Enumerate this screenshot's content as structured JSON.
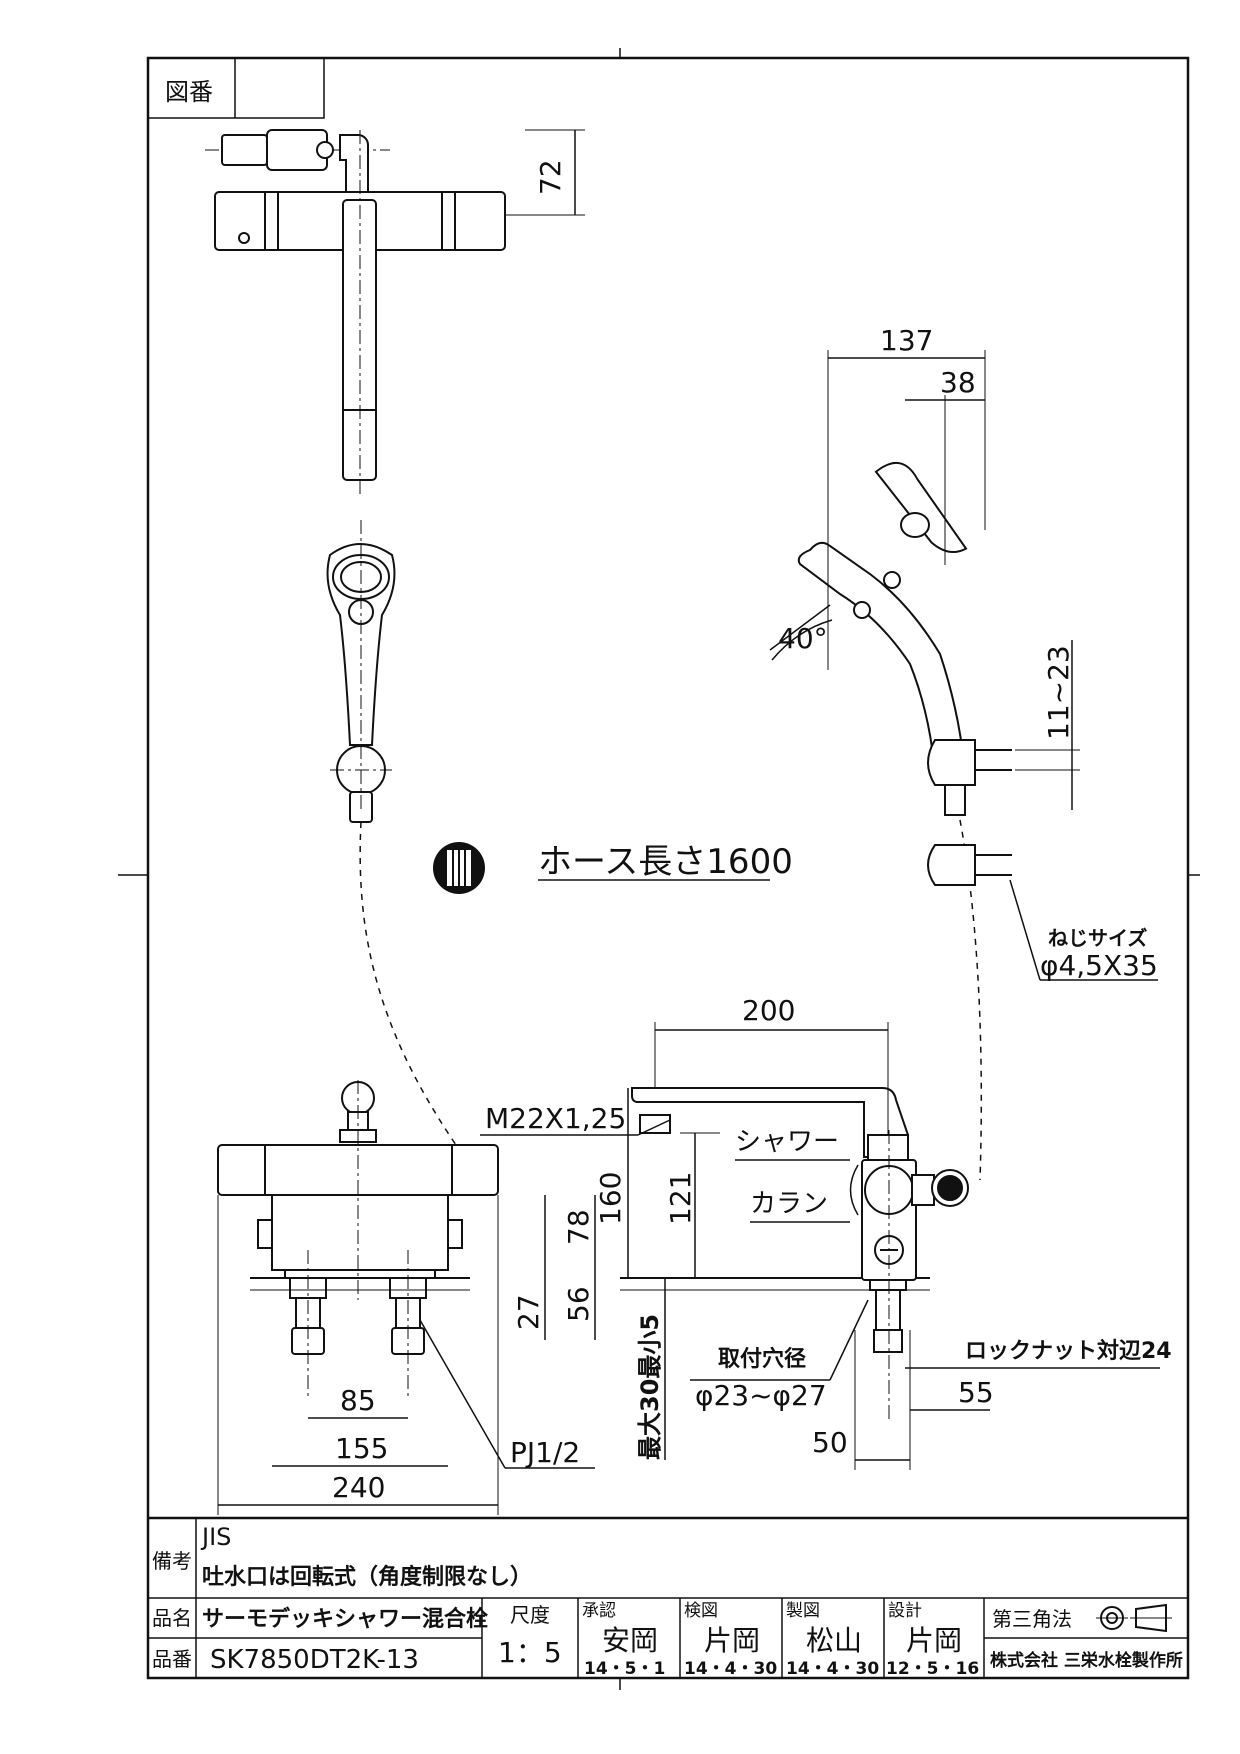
{
  "drawing_number_label": "図番",
  "drawing_number_value": "",
  "dimensions": {
    "top_height": "72",
    "side_width": "137",
    "side_offset": "38",
    "angle": "40°",
    "holder_range": "11~23",
    "spout_reach": "200",
    "total_height": "160",
    "spout_height": "121",
    "body_height": "78",
    "base_height": "56",
    "shank_length": "27",
    "pitch": "85",
    "width_155": "155",
    "width_240": "240",
    "thickness_range": "最大30最小5",
    "side_50": "50",
    "side_55": "55"
  },
  "labels": {
    "hose_length": "ホース長さ1600",
    "screw_size_title": "ねじサイズ",
    "screw_size": "φ4,5X35",
    "thread": "M22X1,25",
    "shower": "シャワー",
    "karan": "カラン",
    "mount_hole_title": "取付穴径",
    "mount_hole": "φ23~φ27",
    "lock_nut": "ロックナット対辺24",
    "pipe_thread": "PJ1/2"
  },
  "title_block": {
    "remarks_label": "備考",
    "remarks_line1": "JIS",
    "remarks_line2": "吐水口は回転式（角度制限なし）",
    "product_name_label": "品名",
    "product_name": "サーモデッキシャワー混合栓",
    "product_number_label": "品番",
    "product_number": "SK7850DT2K-13",
    "scale_label": "尺度",
    "scale": "1：5",
    "approved_label": "承認",
    "approved_name": "安岡",
    "approved_date": "14・5・1",
    "checked_label": "検図",
    "checked_name": "片岡",
    "checked_date": "14・4・30",
    "drawn_label": "製図",
    "drawn_name": "松山",
    "drawn_date": "14・4・30",
    "designed_label": "設計",
    "designed_name": "片岡",
    "designed_date": "12・5・16",
    "projection_label": "第三角法",
    "company": "株式会社 三栄水栓製作所"
  }
}
